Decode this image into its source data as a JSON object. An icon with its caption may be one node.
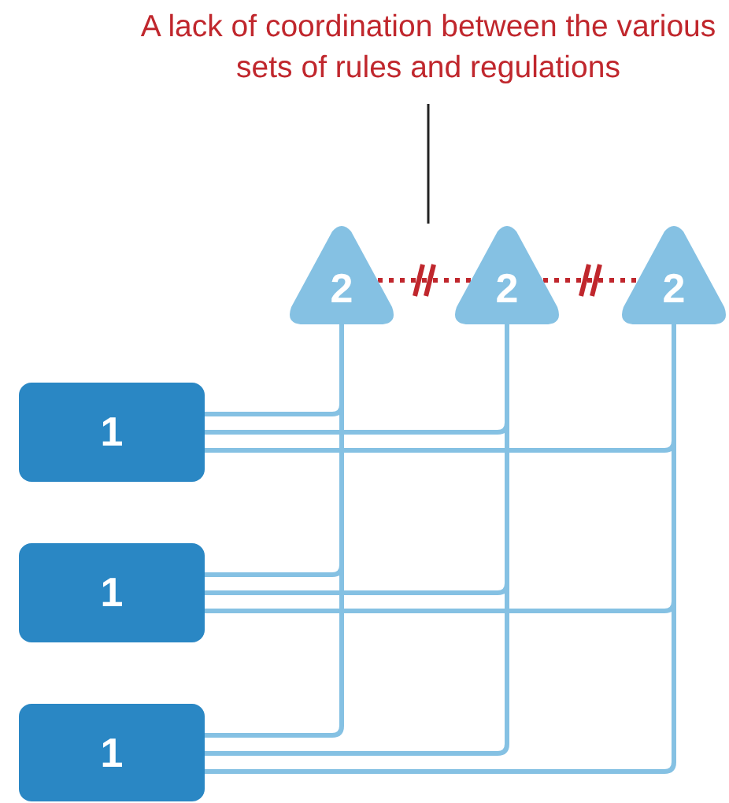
{
  "diagram": {
    "nodes": [
      {
        "text": [
          "A lack of coordination between the various sets of rules and regulations"
        ]
      },
      {
        "text": [
          "2"
        ]
      },
      {
        "text": [
          "2"
        ]
      },
      {
        "text": [
          "2"
        ]
      },
      {
        "text": [
          "1"
        ]
      },
      {
        "text": [
          "1"
        ]
      },
      {
        "text": [
          "1"
        ]
      }
    ],
    "edges": [
      {
        "from": 0,
        "to": null,
        "arrow": "none",
        "color": "#222222"
      },
      {
        "from": 1,
        "to": 2,
        "arrow": "none",
        "style": "dashed",
        "color": "#c0272d"
      },
      {
        "from": 2,
        "to": 3,
        "arrow": "none",
        "style": "dashed",
        "color": "#c0272d"
      },
      {
        "from": 4,
        "to": 1,
        "arrow": "none"
      },
      {
        "from": 4,
        "to": 2,
        "arrow": "none"
      },
      {
        "from": 4,
        "to": 3,
        "arrow": "none"
      },
      {
        "from": 5,
        "to": 1,
        "arrow": "none"
      },
      {
        "from": 5,
        "to": 2,
        "arrow": "none"
      },
      {
        "from": 5,
        "to": 3,
        "arrow": "none"
      },
      {
        "from": 6,
        "to": 1,
        "arrow": "none"
      },
      {
        "from": 6,
        "to": 2,
        "arrow": "none"
      },
      {
        "from": 6,
        "to": 3,
        "arrow": "none"
      }
    ]
  }
}
